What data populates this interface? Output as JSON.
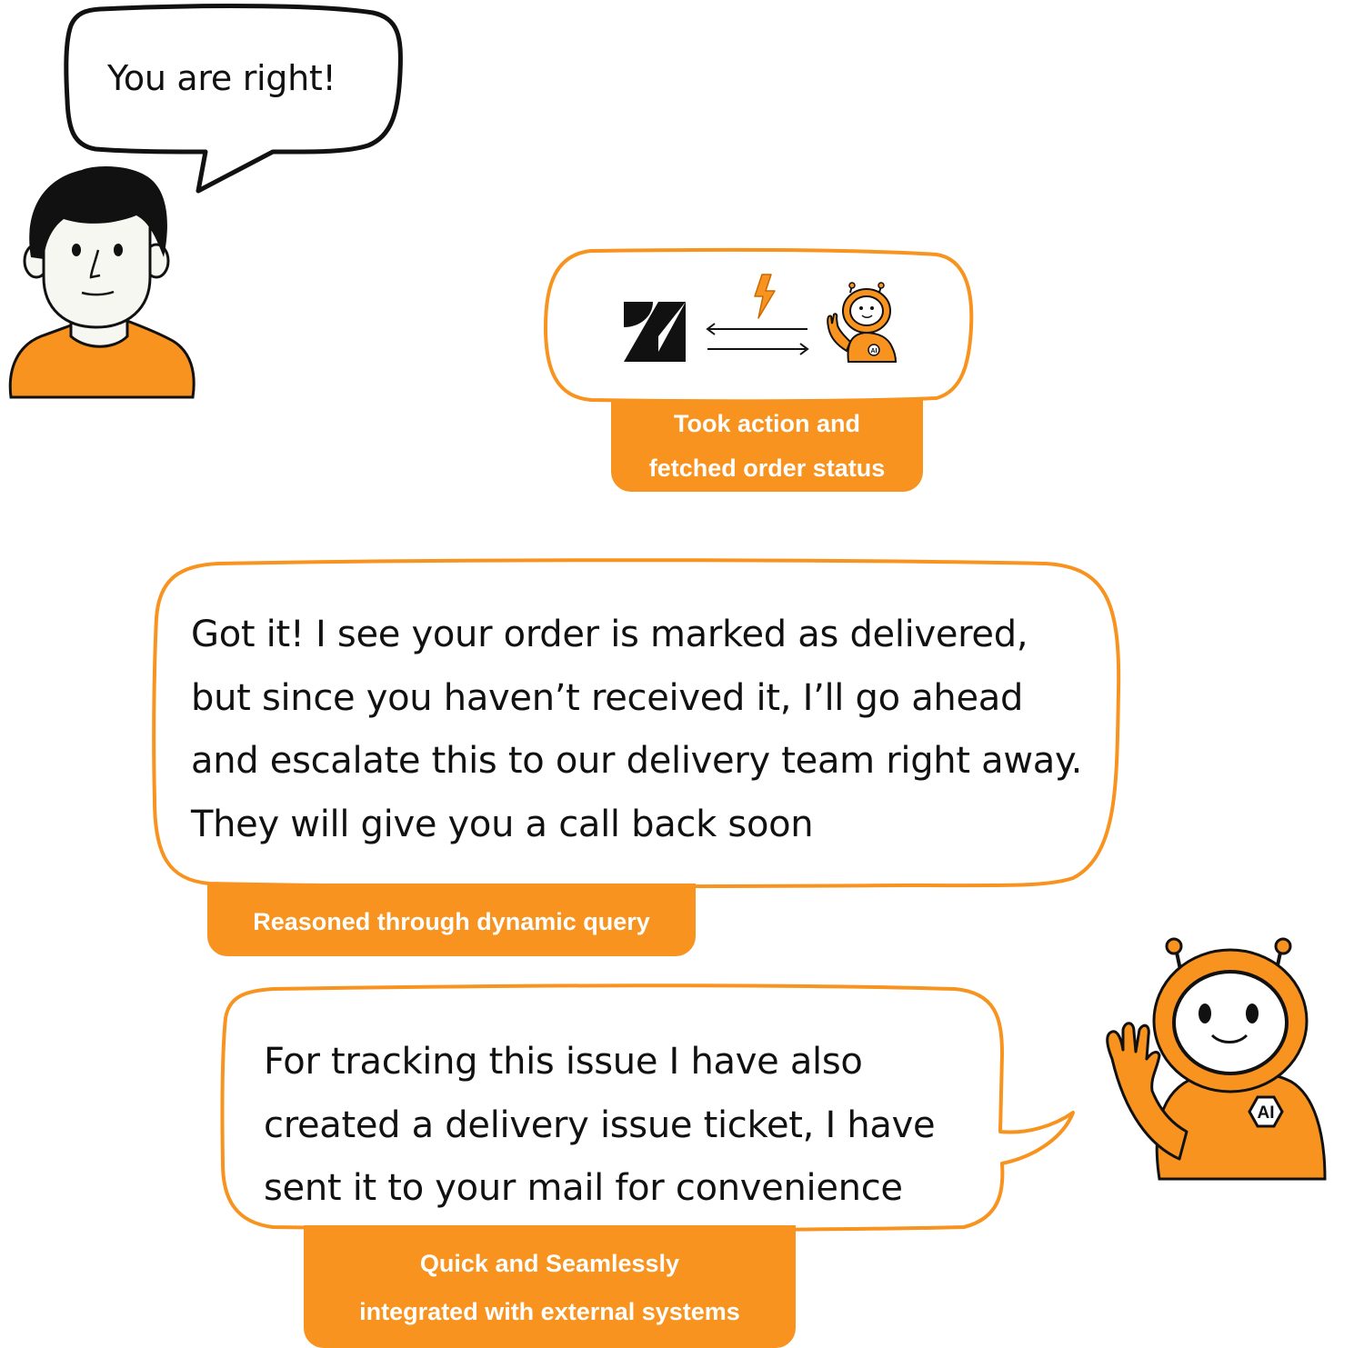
{
  "user_message": "You are right!",
  "integration_card": {
    "label_line1": "Took action and",
    "label_line2": "fetched order status",
    "app_icon": "zendesk-logo-icon",
    "sync_icon": "lightning-bolt-icon",
    "agent_icon": "ai-robot-icon"
  },
  "agent_reply_1": {
    "text": "Got it! I see your order is marked as delivered, but since you haven’t received it, I’ll go ahead and escalate this to our delivery team right away. They will give you a call back soon",
    "label": "Reasoned through dynamic query"
  },
  "agent_reply_2": {
    "text": "For tracking this issue I have also created a delivery issue ticket, I have sent it to your mail for convenience",
    "label_line1": "Quick and Seamlessly",
    "label_line2": "integrated with external systems"
  },
  "robot_badge": "AI",
  "colors": {
    "accent": "#f7931e",
    "outline": "#111111",
    "skin": "#f7f7f2",
    "hair": "#111111",
    "background": "#ffffff"
  }
}
